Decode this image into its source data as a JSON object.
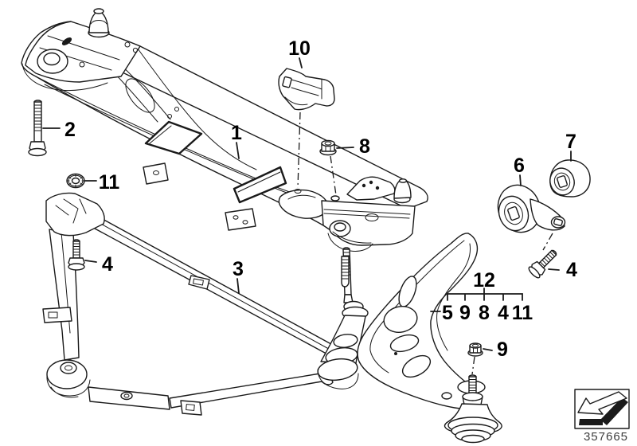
{
  "colors": {
    "background": "#ffffff",
    "line": "#1a1a1a",
    "label_text": "#000000",
    "code_text": "#3d3d3d"
  },
  "callouts": {
    "p1": "1",
    "p2": "2",
    "p3": "3",
    "p4": "4",
    "p5": "5",
    "p6": "6",
    "p7": "7",
    "p8": "8",
    "p9": "9",
    "p10": "10",
    "p11": "11",
    "p12": "12"
  },
  "assembly_group": {
    "label": "12",
    "members": [
      "5",
      "9",
      "8",
      "4",
      "11"
    ]
  },
  "footer": {
    "diagram_code": "357665"
  }
}
